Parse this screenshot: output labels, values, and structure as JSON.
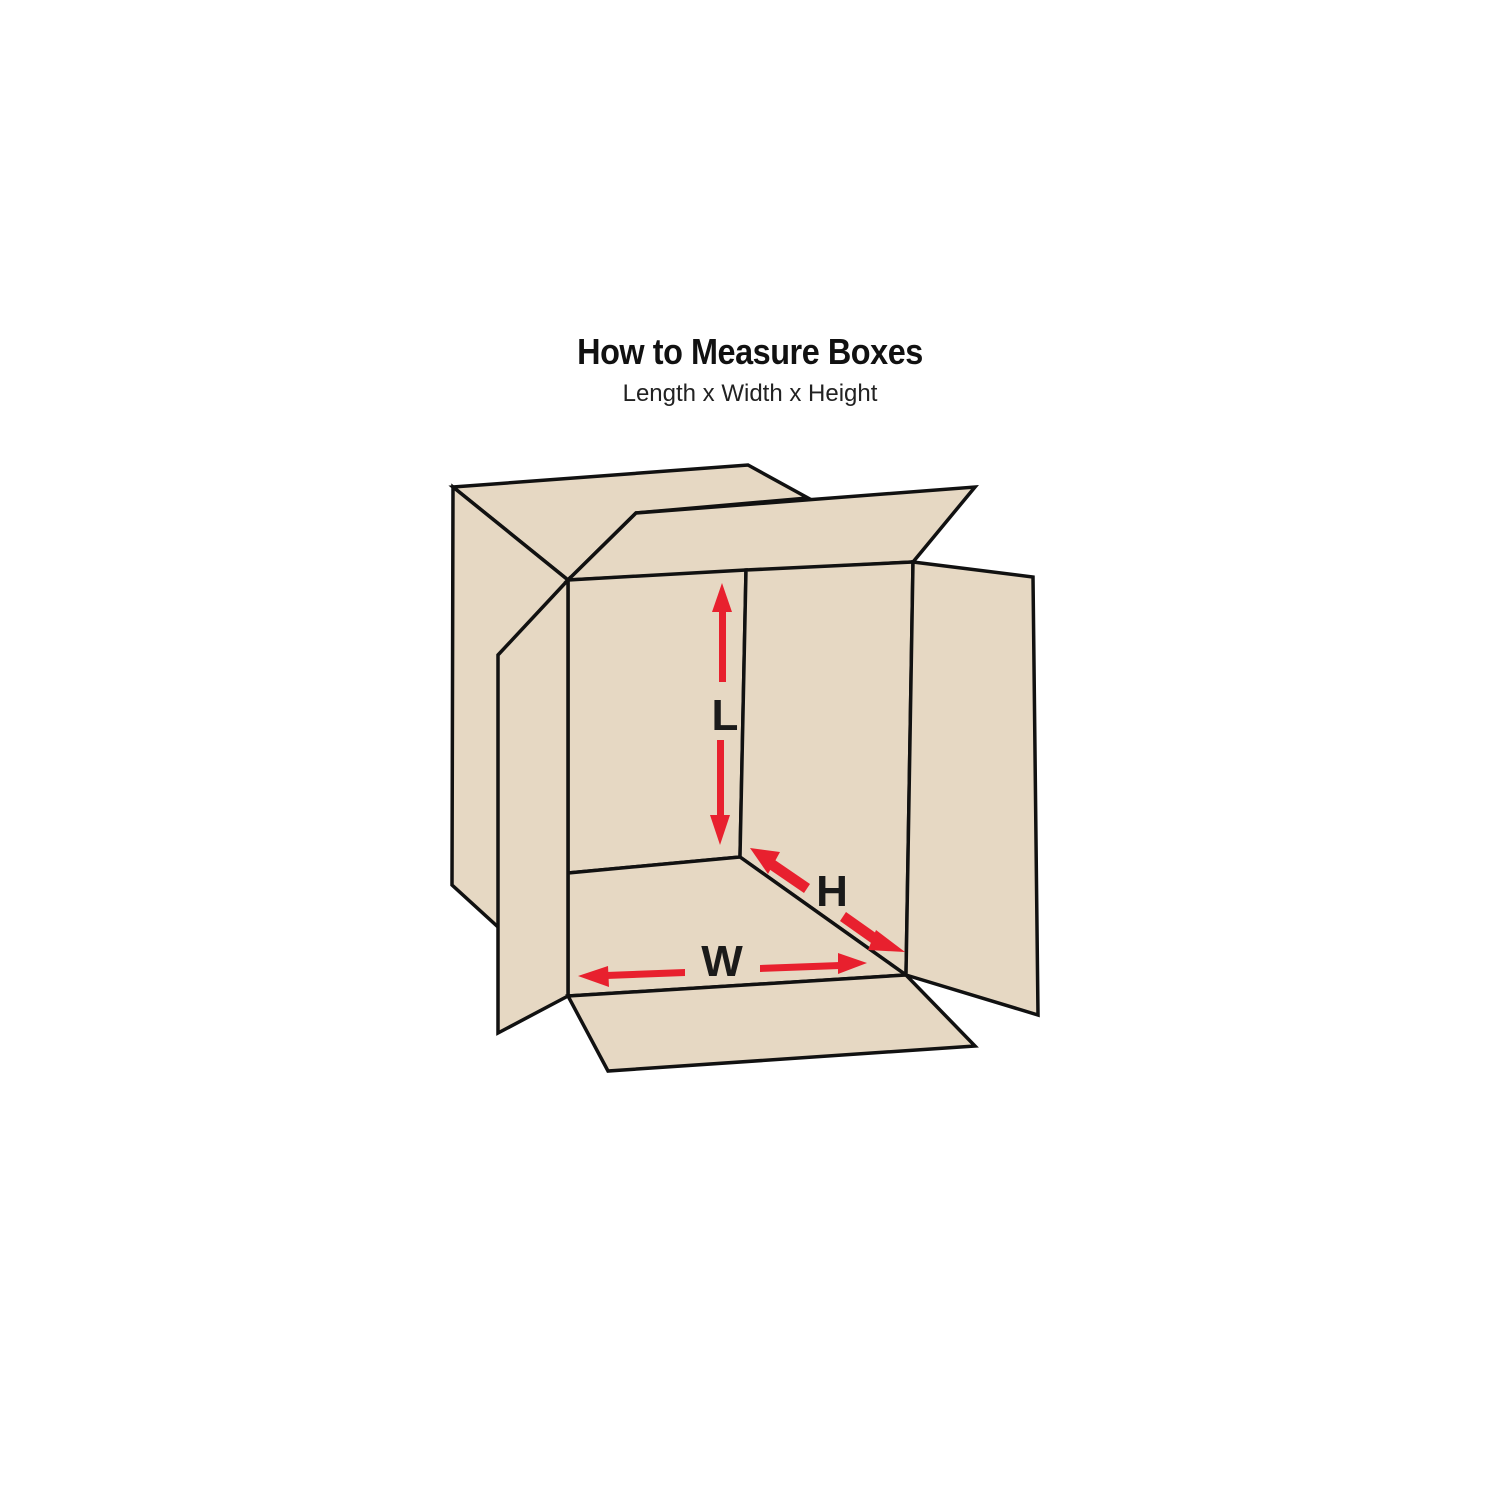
{
  "header": {
    "title": "How to Measure Boxes",
    "subtitle": "Length x Width x Height"
  },
  "diagram": {
    "labels": {
      "length": "L",
      "width": "W",
      "height": "H"
    },
    "colors": {
      "cardboard": "#e6d8c3",
      "outline": "#111111",
      "arrow": "#e8202e",
      "label": "#1a1a1a"
    }
  }
}
